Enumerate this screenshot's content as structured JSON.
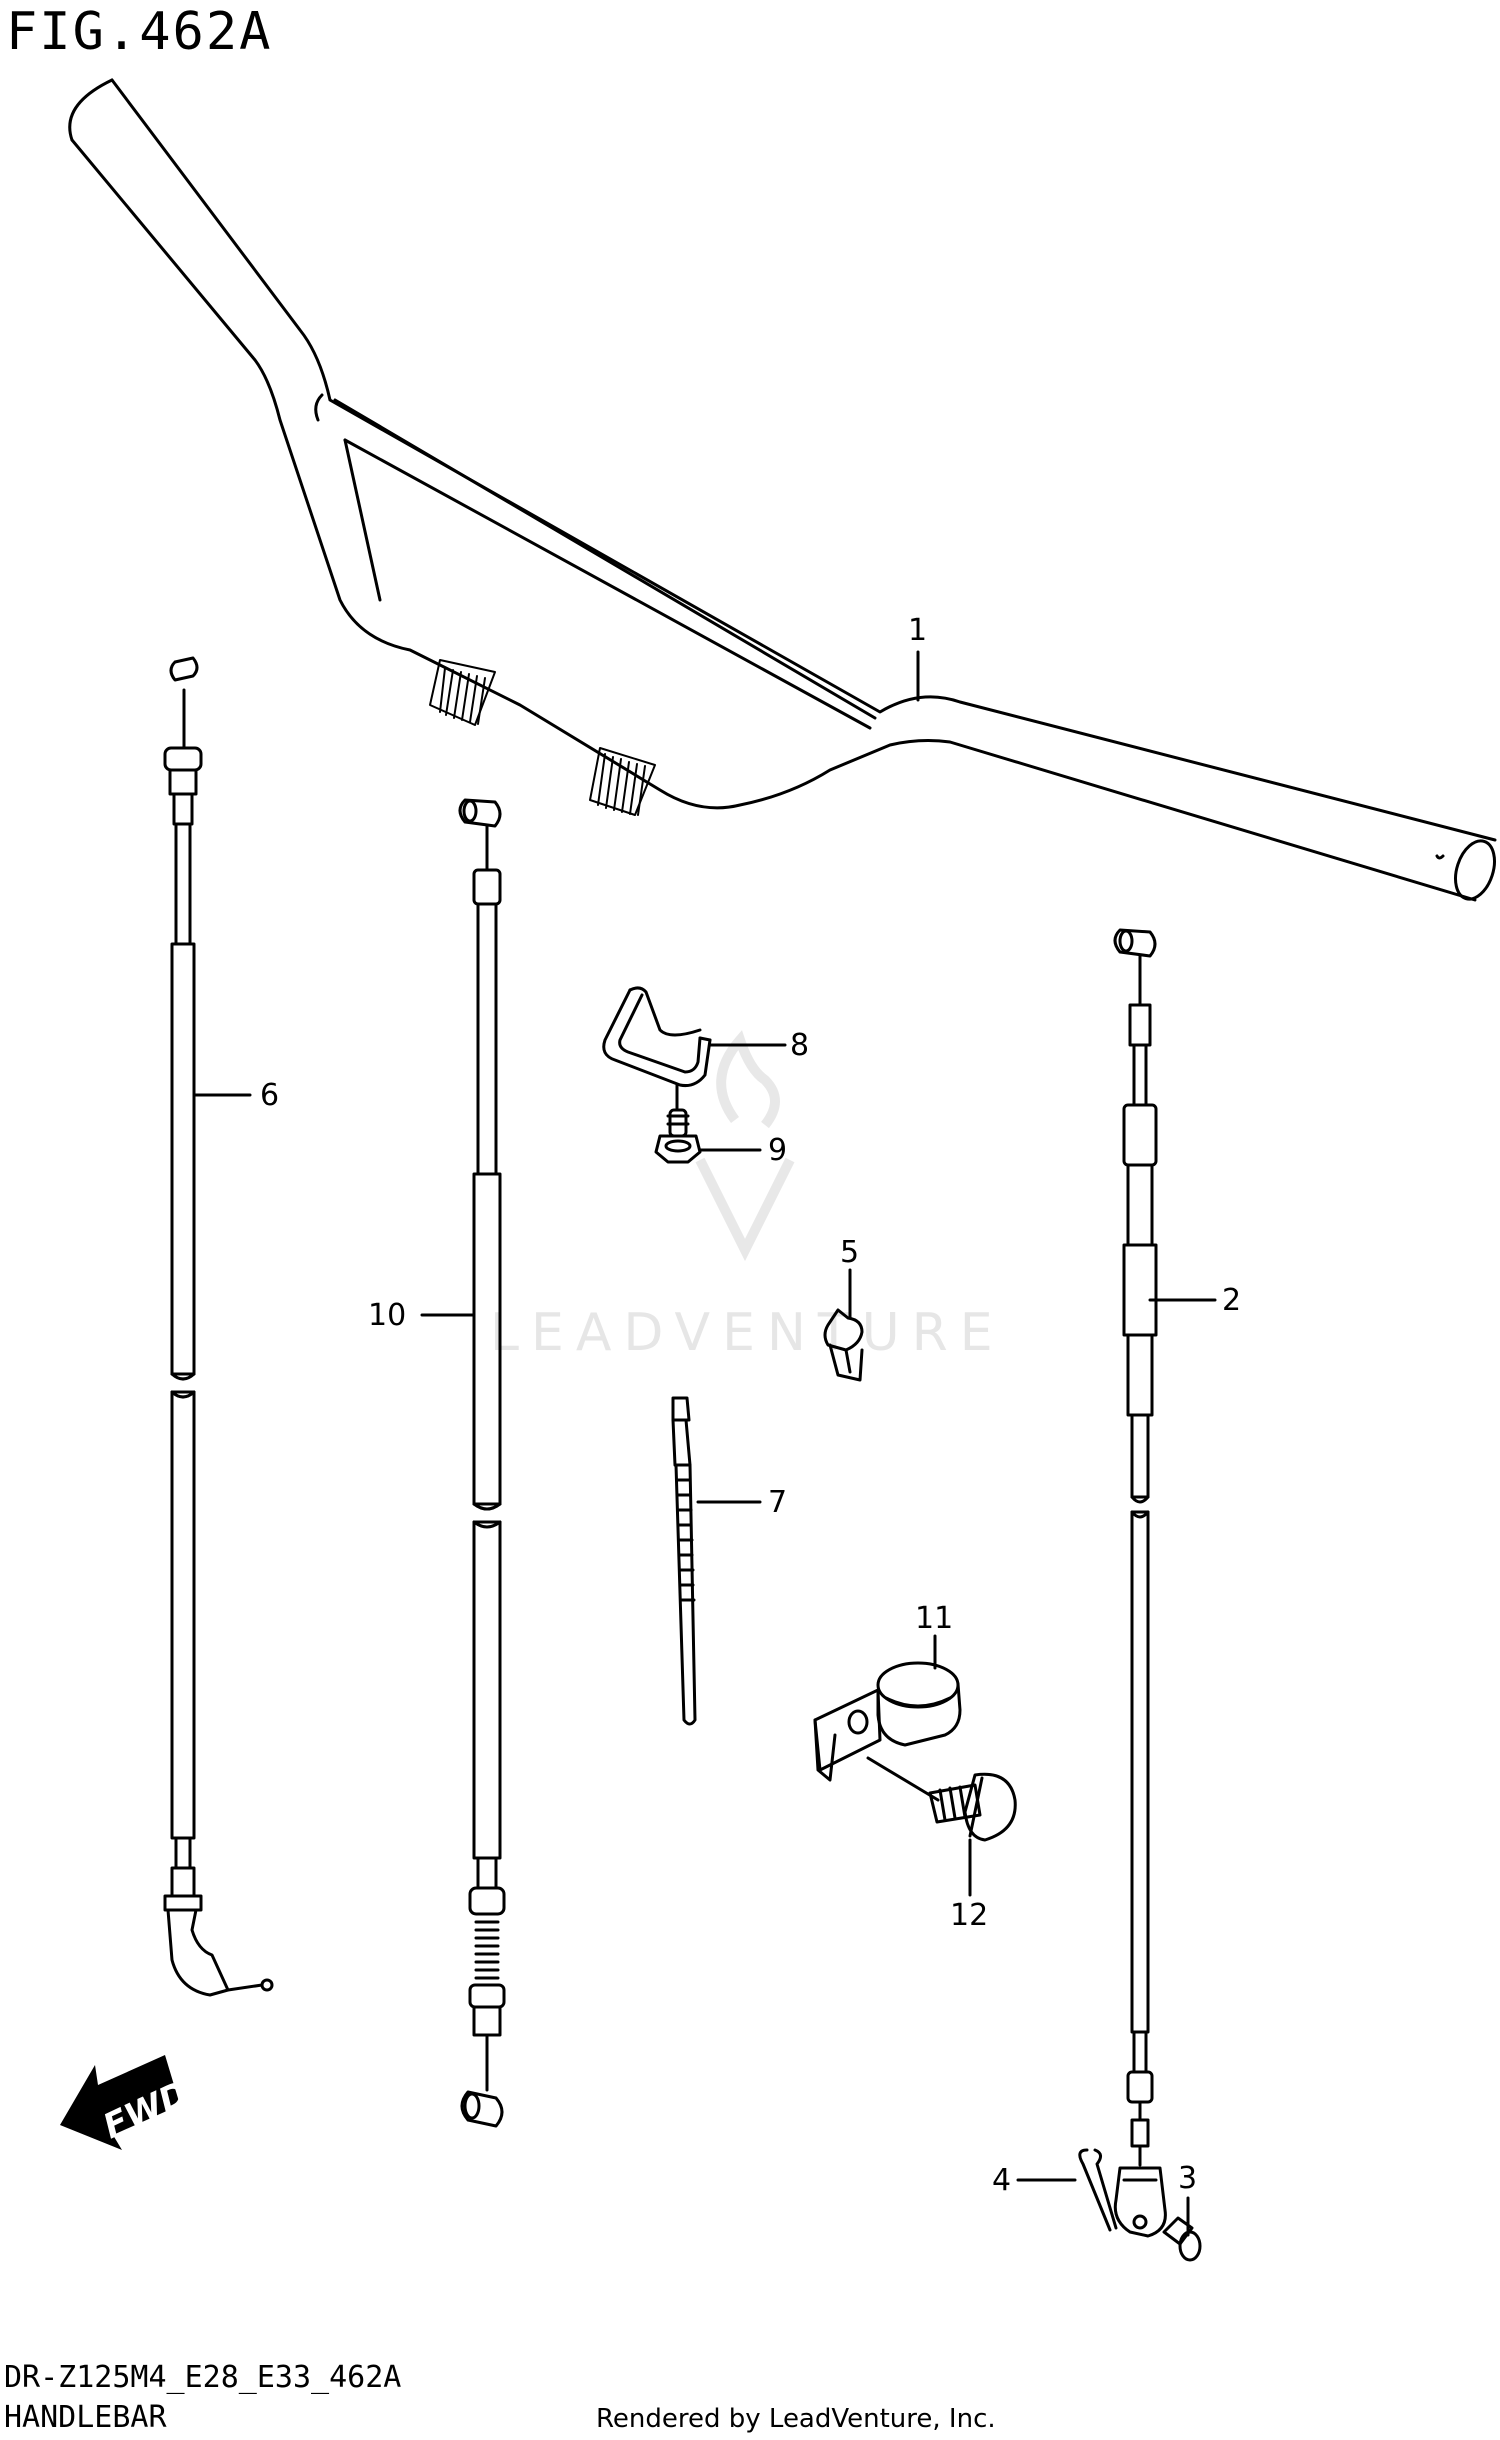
{
  "figure_title": "FIG.462A",
  "footer": {
    "code": "DR-Z125M4_E28_E33_462A",
    "section": "HANDLEBAR",
    "credit": "Rendered by LeadVenture, Inc."
  },
  "watermark": "LEADVENTURE",
  "fwd_label": "FWD",
  "callouts": {
    "p1": "1",
    "p2": "2",
    "p3": "3",
    "p4": "4",
    "p5": "5",
    "p6": "6",
    "p7": "7",
    "p8": "8",
    "p9": "9",
    "p10": "10",
    "p11": "11",
    "p12": "12"
  }
}
